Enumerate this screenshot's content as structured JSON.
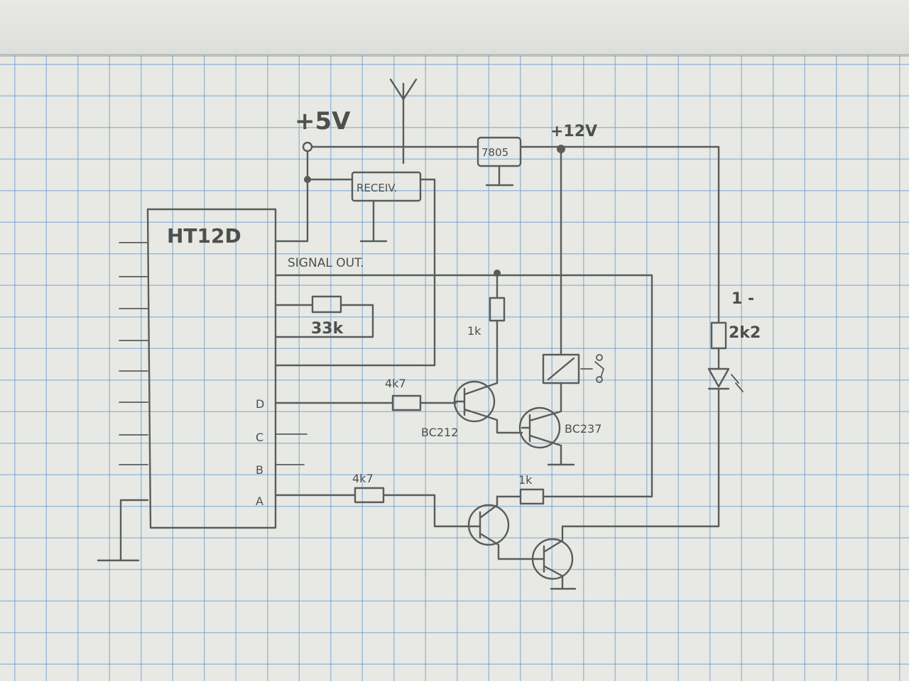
{
  "diagram": {
    "supply_5v": "+5V",
    "supply_12v": "+12V",
    "regulator": "7805",
    "receiver": "RECEIV.",
    "decoder": "HT12D",
    "signal_out": "SIGNAL OUT.",
    "r_33k": "33k",
    "r_1k_top": "1k",
    "r_4k7_d": "4k7",
    "r_4k7_a": "4k7",
    "r_1k_bottom": "1k",
    "r_led_1": "1 -",
    "r_led_2": "2k2",
    "q_pnp": "BC212",
    "q_npn": "BC237",
    "pin_d": "D",
    "pin_c": "C",
    "pin_b": "B",
    "pin_a": "A"
  }
}
